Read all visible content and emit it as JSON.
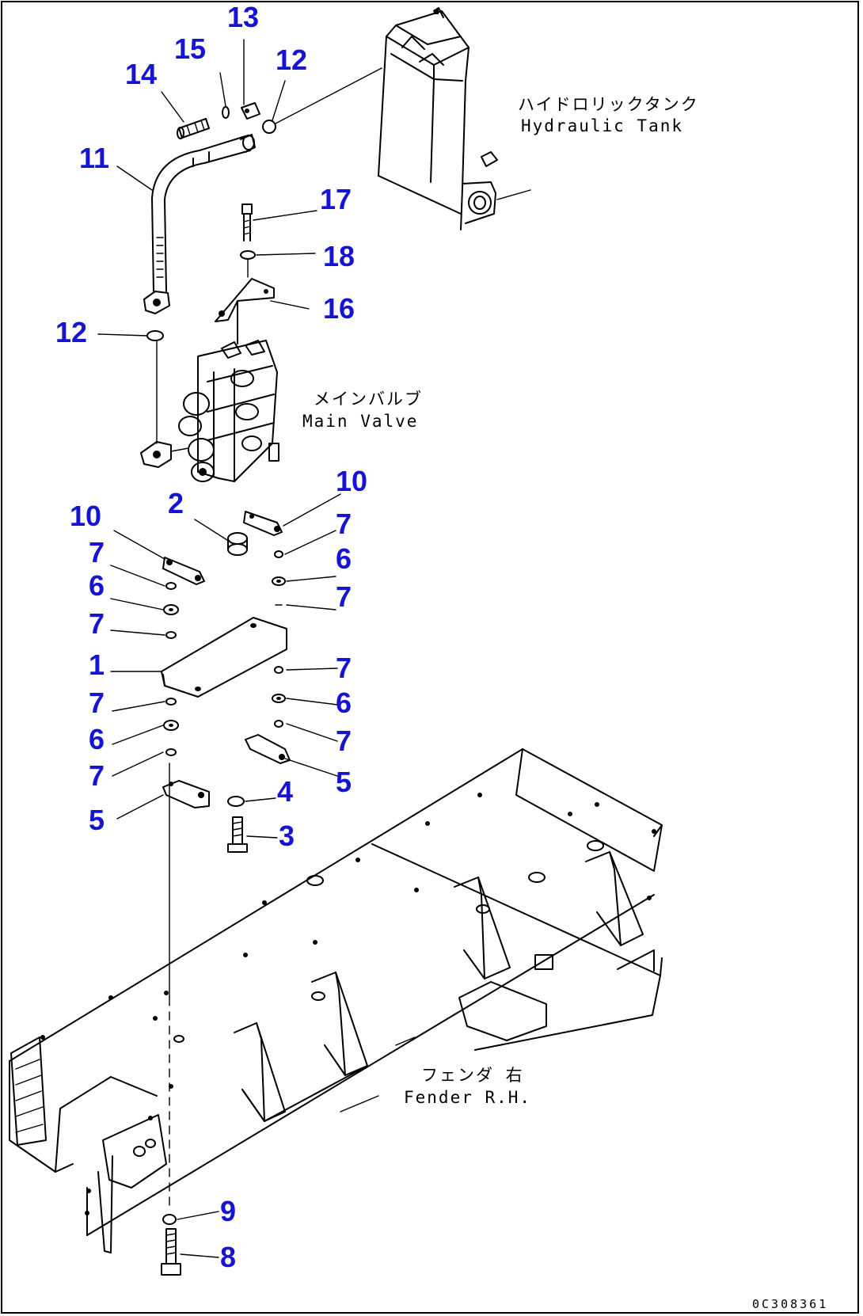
{
  "callouts": {
    "c13": "13",
    "c15": "15",
    "c12_top": "12",
    "c14": "14",
    "c11": "11",
    "c17": "17",
    "c18": "18",
    "c16": "16",
    "c12_mid": "12",
    "c10_right": "10",
    "c2": "2",
    "c10_left": "10",
    "c7_r1": "7",
    "c6_r1": "6",
    "c7_r2": "7",
    "c7_r3": "7",
    "c6_r2": "6",
    "c7_r4": "7",
    "c5_right": "5",
    "c7_l1": "7",
    "c6_l1": "6",
    "c7_l2": "7",
    "c1": "1",
    "c7_l3": "7",
    "c6_l2": "6",
    "c7_l4": "7",
    "c5_left": "5",
    "c4": "4",
    "c3": "3",
    "c9": "9",
    "c8": "8"
  },
  "annotations": {
    "hydraulic_tank_jp": "ハイドロリックタンク",
    "hydraulic_tank_en": "Hydraulic Tank",
    "main_valve_jp": "メインバルブ",
    "main_valve_en": "Main Valve",
    "fender_jp": "フェンダ 右",
    "fender_en": "Fender R.H."
  },
  "drawing_code": "0C308361"
}
